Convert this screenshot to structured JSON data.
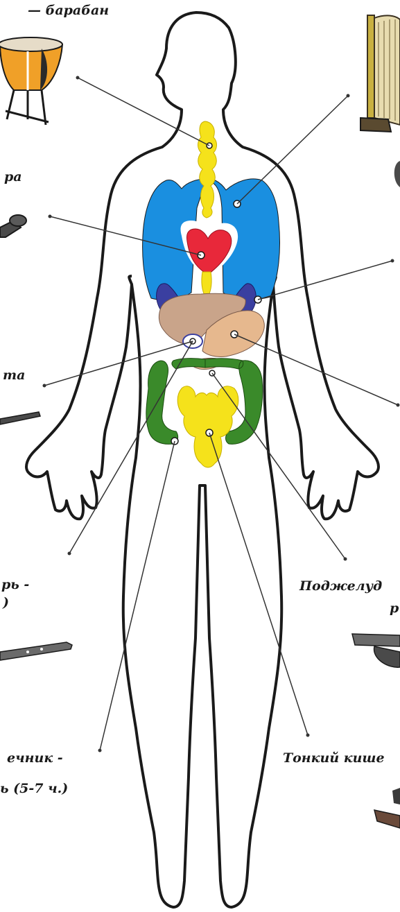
{
  "labels": {
    "drum": "— барабан",
    "lyre": "ра",
    "flute": "та",
    "spleen": "рь -",
    "spleen_paren": ")",
    "pancreas": "Поджелуд",
    "pancreas_tail": "р",
    "large_intestine": "ечник -",
    "large_intestine_time": "ь (5-7 ч.)",
    "small_intestine": "Тонкий кише"
  },
  "colors": {
    "spine": "#f5e21b",
    "lungs": "#1a8fe0",
    "heart": "#e8283a",
    "kidneys": "#3a3fa0",
    "liver": "#c9a48a",
    "stomach": "#e6b88e",
    "large_intestine": "#3a8a2a",
    "body_outline": "#1a1a1a"
  }
}
